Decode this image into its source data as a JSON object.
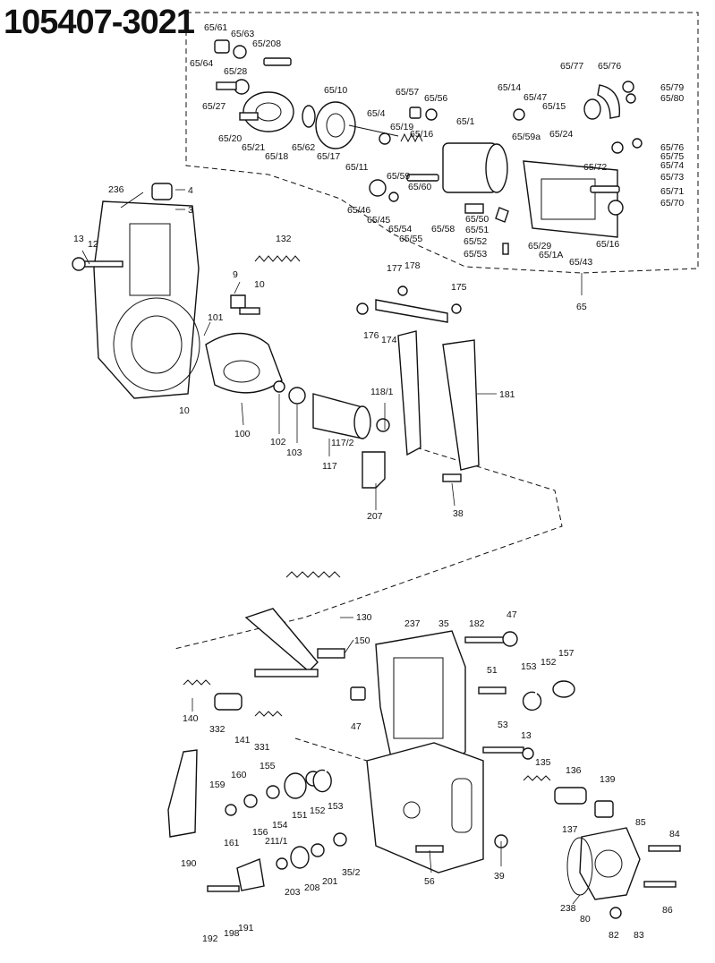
{
  "diagram_title": "105407-3021",
  "part_labels": [
    "65/61",
    "65/63",
    "65/208",
    "65/64",
    "65/28",
    "65/27",
    "65/20",
    "65/21",
    "65/18",
    "65/62",
    "65/17",
    "65/11",
    "65/10",
    "65/4",
    "65/19",
    "65/16",
    "65/57",
    "65/56",
    "65/1",
    "65/14",
    "65/47",
    "65/15",
    "65/59a",
    "65/24",
    "65/77",
    "65/76",
    "65/79",
    "65/80",
    "65/76",
    "65/75",
    "65/74",
    "65/73",
    "65/72",
    "65/71",
    "65/70",
    "65/59",
    "65/60",
    "65/46",
    "65/45",
    "65/54",
    "65/55",
    "65/58",
    "65/50",
    "65/51",
    "65/52",
    "65/53",
    "65/29",
    "65/1A",
    "65/43",
    "65/16",
    "65",
    "236",
    "4",
    "3",
    "13",
    "12",
    "132",
    "9",
    "10",
    "101",
    "10",
    "100",
    "102",
    "103",
    "117/2",
    "117",
    "118/1",
    "177",
    "178",
    "175",
    "176",
    "174",
    "181",
    "207",
    "38",
    "130",
    "150",
    "237",
    "35",
    "182",
    "47",
    "51",
    "157",
    "153",
    "152",
    "140",
    "332",
    "141",
    "331",
    "47",
    "53",
    "13",
    "135",
    "136",
    "139",
    "137",
    "85",
    "84",
    "159",
    "160",
    "155",
    "154",
    "151",
    "152",
    "153",
    "156",
    "161",
    "211/1",
    "190",
    "203",
    "208",
    "201",
    "35/2",
    "39",
    "56",
    "238",
    "80",
    "86",
    "82",
    "83",
    "191",
    "198",
    "192"
  ]
}
